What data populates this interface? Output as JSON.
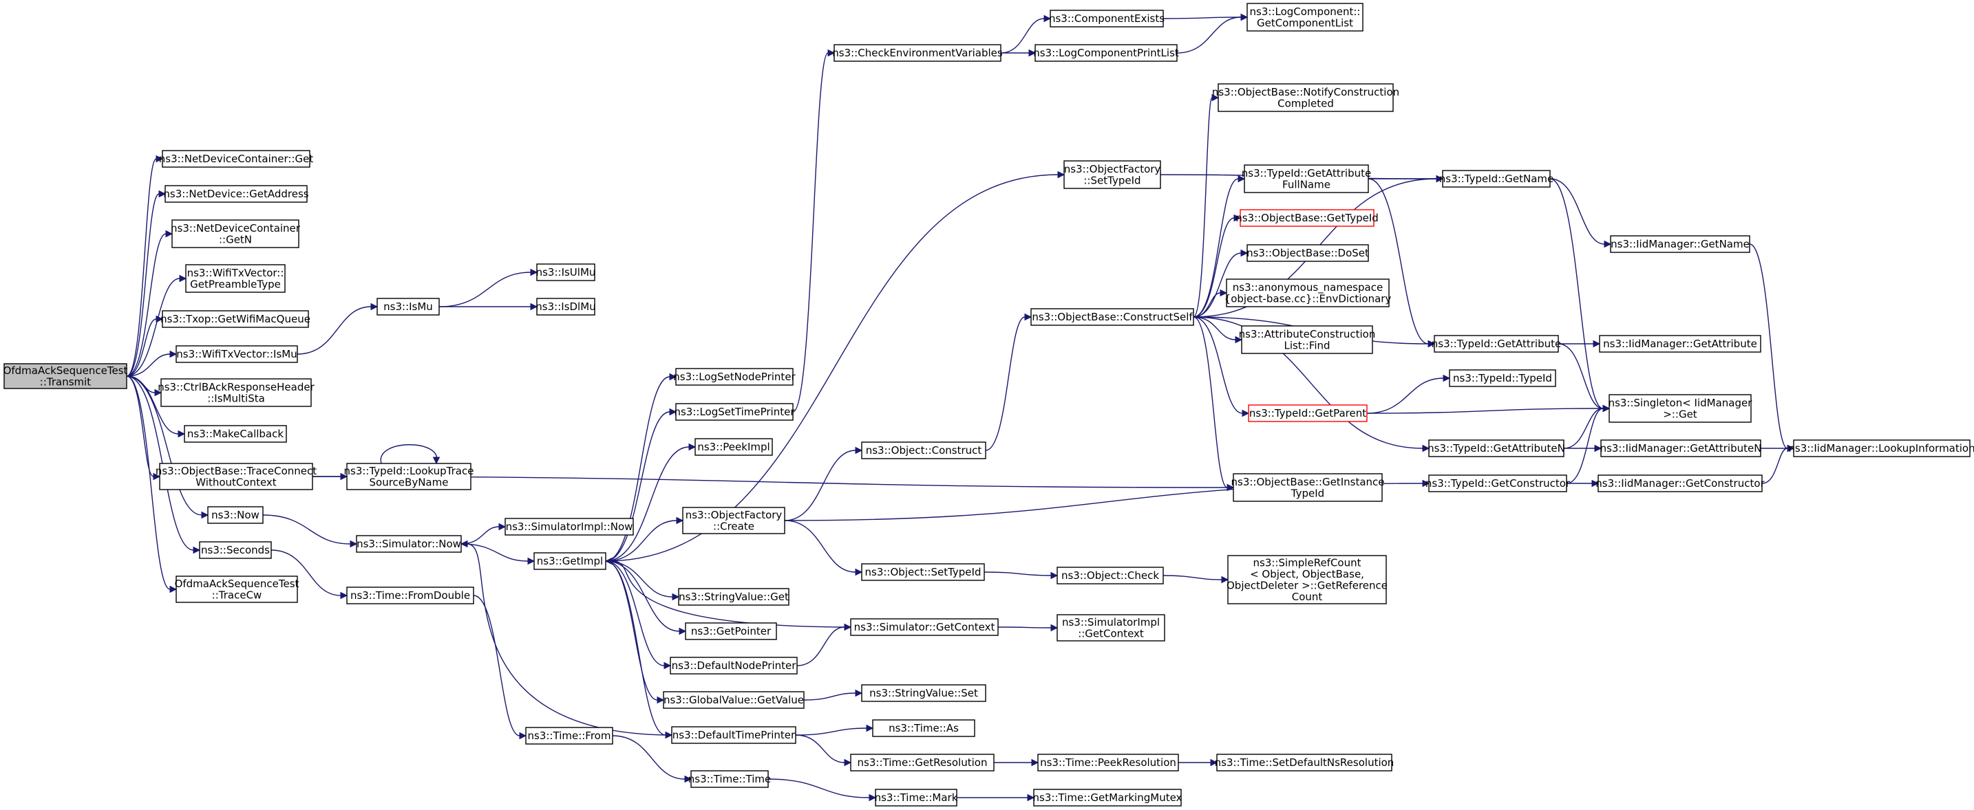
{
  "colors": {
    "edge": "#191970",
    "node_border": "#000000",
    "root_fill": "#bfbfbf",
    "red_border": "#ff0000",
    "background": "#ffffff"
  },
  "nodes": {
    "root": [
      "OfdmaAckSequenceTest",
      "::Transmit"
    ],
    "ndc_get": [
      "ns3::NetDeviceContainer::Get"
    ],
    "nd_getaddress": [
      "ns3::NetDevice::GetAddress"
    ],
    "ndc_getn": [
      "ns3::NetDeviceContainer",
      "::GetN"
    ],
    "wtv_getpreamble": [
      "ns3::WifiTxVector::",
      "GetPreambleType"
    ],
    "txop_getwifimac": [
      "ns3::Txop::GetWifiMacQueue"
    ],
    "wtv_ismu": [
      "ns3::WifiTxVector::IsMu"
    ],
    "ismu": [
      "ns3::IsMu"
    ],
    "isulmu": [
      "ns3::IsUlMu"
    ],
    "isdlmu": [
      "ns3::IsDlMu"
    ],
    "ctrlback": [
      "ns3::CtrlBAckResponseHeader",
      "::IsMultiSta"
    ],
    "makecallback": [
      "ns3::MakeCallback"
    ],
    "tracecontext": [
      "ns3::ObjectBase::TraceConnect",
      "WithoutContext"
    ],
    "lookuptrace": [
      "ns3::TypeId::LookupTrace",
      "SourceByName"
    ],
    "now": [
      "ns3::Now"
    ],
    "seconds": [
      "ns3::Seconds"
    ],
    "tracecw": [
      "OfdmaAckSequenceTest",
      "::TraceCw"
    ],
    "sim_now": [
      "ns3::Simulator::Now"
    ],
    "simimpl_now": [
      "ns3::SimulatorImpl::Now"
    ],
    "getimpl": [
      "ns3::GetImpl"
    ],
    "time_fromdouble": [
      "ns3::Time::FromDouble"
    ],
    "time_from": [
      "ns3::Time::From"
    ],
    "time_time": [
      "ns3::Time::Time"
    ],
    "time_mark": [
      "ns3::Time::Mark"
    ],
    "time_getmarkingmutex": [
      "ns3::Time::GetMarkingMutex"
    ],
    "logsetnodeprinter": [
      "ns3::LogSetNodePrinter"
    ],
    "logsettimeprinter": [
      "ns3::LogSetTimePrinter"
    ],
    "peekimpl": [
      "ns3::PeekImpl"
    ],
    "objfactory_create": [
      "ns3::ObjectFactory",
      "::Create"
    ],
    "stringvalue_get": [
      "ns3::StringValue::Get"
    ],
    "getpointer": [
      "ns3::GetPointer"
    ],
    "defaultnodeprinter": [
      "ns3::DefaultNodePrinter"
    ],
    "globalvalue_getvalue": [
      "ns3::GlobalValue::GetValue"
    ],
    "defaulttimeprinter": [
      "ns3::DefaultTimePrinter"
    ],
    "checkenv": [
      "ns3::CheckEnvironmentVariables"
    ],
    "componentexists": [
      "ns3::ComponentExists"
    ],
    "logcomponentprintlist": [
      "ns3::LogComponentPrintList"
    ],
    "logcomponent_getlist": [
      "ns3::LogComponent::",
      "GetComponentList"
    ],
    "objfactory_settypeid": [
      "ns3::ObjectFactory",
      "::SetTypeId"
    ],
    "object_construct": [
      "ns3::Object::Construct"
    ],
    "object_settypeid": [
      "ns3::Object::SetTypeId"
    ],
    "object_check": [
      "ns3::Object::Check"
    ],
    "simplerefcount": [
      "ns3::SimpleRefCount",
      "< Object, ObjectBase,",
      "ObjectDeleter >::GetReference",
      "Count"
    ],
    "sim_getcontext": [
      "ns3::Simulator::GetContext"
    ],
    "simimpl_getcontext": [
      "ns3::SimulatorImpl",
      "::GetContext"
    ],
    "stringvalue_set": [
      "ns3::StringValue::Set"
    ],
    "time_as": [
      "ns3::Time::As"
    ],
    "time_getresolution": [
      "ns3::Time::GetResolution"
    ],
    "time_peekresolution": [
      "ns3::Time::PeekResolution"
    ],
    "time_setdefaultns": [
      "ns3::Time::SetDefaultNsResolution"
    ],
    "constructself": [
      "ns3::ObjectBase::ConstructSelf"
    ],
    "notifyconstruction": [
      "ns3::ObjectBase::NotifyConstruction",
      "Completed"
    ],
    "getattributefullname": [
      "ns3::TypeId::GetAttribute",
      "FullName"
    ],
    "objbase_gettypeid": [
      "ns3::ObjectBase::GetTypeId"
    ],
    "objbase_doset": [
      "ns3::ObjectBase::DoSet"
    ],
    "envdictionary": [
      "ns3::anonymous_namespace",
      "{object-base.cc}::EnvDictionary"
    ],
    "attrconstructionfind": [
      "ns3::AttributeConstruction",
      "List::Find"
    ],
    "typeid_getparent": [
      "ns3::TypeId::GetParent"
    ],
    "getinstancetypeid": [
      "ns3::ObjectBase::GetInstance",
      "TypeId"
    ],
    "typeid_getname": [
      "ns3::TypeId::GetName"
    ],
    "iidmanager_getname": [
      "ns3::IidManager::GetName"
    ],
    "typeid_getattribute": [
      "ns3::TypeId::GetAttribute"
    ],
    "iidmanager_getattribute": [
      "ns3::IidManager::GetAttribute"
    ],
    "typeid_typeid": [
      "ns3::TypeId::TypeId"
    ],
    "singleton_get": [
      "ns3::Singleton< IidManager",
      ">::Get"
    ],
    "typeid_getattributen": [
      "ns3::TypeId::GetAttributeN"
    ],
    "iidmanager_getattributen": [
      "ns3::IidManager::GetAttributeN"
    ],
    "lookupinformation": [
      "ns3::IidManager::LookupInformation"
    ],
    "typeid_getconstructor": [
      "ns3::TypeId::GetConstructor"
    ],
    "iidmanager_getconstructor": [
      "ns3::IidManager::GetConstructor"
    ]
  }
}
